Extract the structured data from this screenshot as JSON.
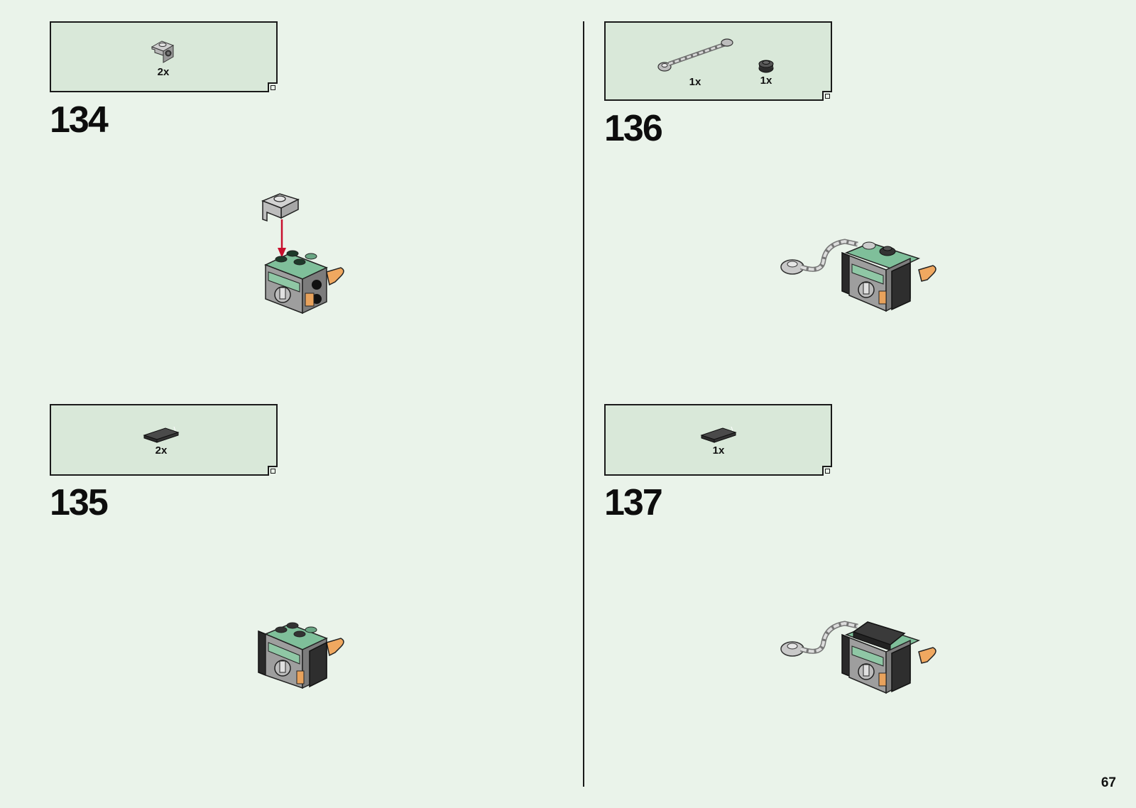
{
  "page_number": "67",
  "steps": [
    {
      "number": "134",
      "parts": [
        {
          "name": "gray-bracket",
          "qty": "2x"
        }
      ]
    },
    {
      "number": "135",
      "parts": [
        {
          "name": "dark-tile",
          "qty": "2x"
        }
      ]
    },
    {
      "number": "136",
      "parts": [
        {
          "name": "chain",
          "qty": "1x"
        },
        {
          "name": "round-plate",
          "qty": "1x"
        }
      ]
    },
    {
      "number": "137",
      "parts": [
        {
          "name": "dark-tile",
          "qty": "1x"
        }
      ]
    }
  ],
  "colors": {
    "background": "#eaf3ea",
    "parts_box": "#d9e8d9",
    "arrow": "#c8102e"
  }
}
